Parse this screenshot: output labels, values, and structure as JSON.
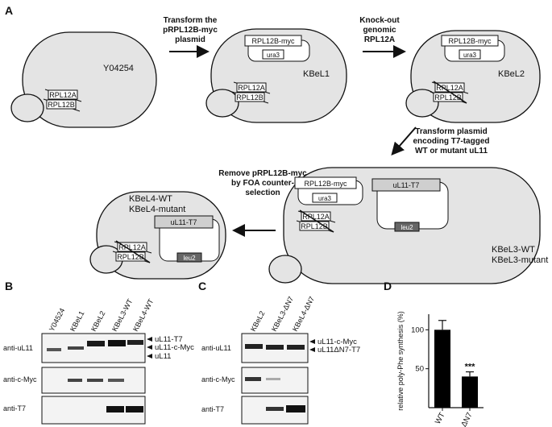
{
  "panels": {
    "A": "A",
    "B": "B",
    "C": "C",
    "D": "D"
  },
  "panel_a": {
    "cells": [
      {
        "name": "Y04254",
        "genomic": [
          "RPL12A",
          "RPL12B"
        ]
      },
      {
        "name": "KBeL1",
        "plasmid": "RPL12B-myc",
        "marker": "ura3",
        "genomic": [
          "RPL12A",
          "RPL12B"
        ]
      },
      {
        "name": "KBeL2",
        "plasmid": "RPL12B-myc",
        "marker": "ura3",
        "genomic": [
          "RPL12A",
          "RPL12B"
        ]
      },
      {
        "name_lines": [
          "KBeL3-WT",
          "KBeL3-mutant"
        ],
        "plasmid": "RPL12B-myc",
        "marker": "ura3",
        "plasmid2": "uL11-T7",
        "marker2": "leu2",
        "genomic": [
          "RPL12A",
          "RPL12B"
        ]
      },
      {
        "name_lines": [
          "KBeL4-WT",
          "KBeL4-mutant"
        ],
        "plasmid2": "uL11-T7",
        "marker2": "leu2",
        "genomic": [
          "RPL12A",
          "RPL12B"
        ]
      }
    ],
    "steps": [
      [
        "Transform the",
        "pRPL12B-myc",
        "plasmid"
      ],
      [
        "Knock-out",
        "genomic",
        "RPL12A"
      ],
      [
        "Transform plasmid",
        "encoding T7-tagged",
        "WT or mutant uL11"
      ],
      [
        "Remove pRPL12B-myc",
        "by FOA counter-",
        "selection"
      ]
    ]
  },
  "panel_b": {
    "lanes": [
      "Y04524",
      "KBeL1",
      "KBeL2",
      "KBeL3-WT",
      "KBeL4-WT"
    ],
    "rows": [
      "anti-uL11",
      "anti-c-Myc",
      "anti-T7"
    ],
    "markers": [
      "uL11-T7",
      "uL11-c-Myc",
      "uL11"
    ]
  },
  "panel_c": {
    "lanes": [
      "KBeL2",
      "KBeL3-ΔN7",
      "KBeL4-ΔN7"
    ],
    "rows": [
      "anti-uL11",
      "anti-c-Myc",
      "anti-T7"
    ],
    "markers": [
      "uL11-c-Myc",
      "uL11ΔN7-T7"
    ]
  },
  "chart_data": {
    "type": "bar",
    "categories": [
      "WT",
      "ΔN7"
    ],
    "values": [
      100,
      40
    ],
    "errors": [
      12,
      6
    ],
    "ylabel": "relative poly-Phe synthesis (%)",
    "ylim": [
      0,
      120
    ],
    "yticks": [
      50,
      100
    ],
    "annotation": "***",
    "bar_color": "#000000"
  }
}
